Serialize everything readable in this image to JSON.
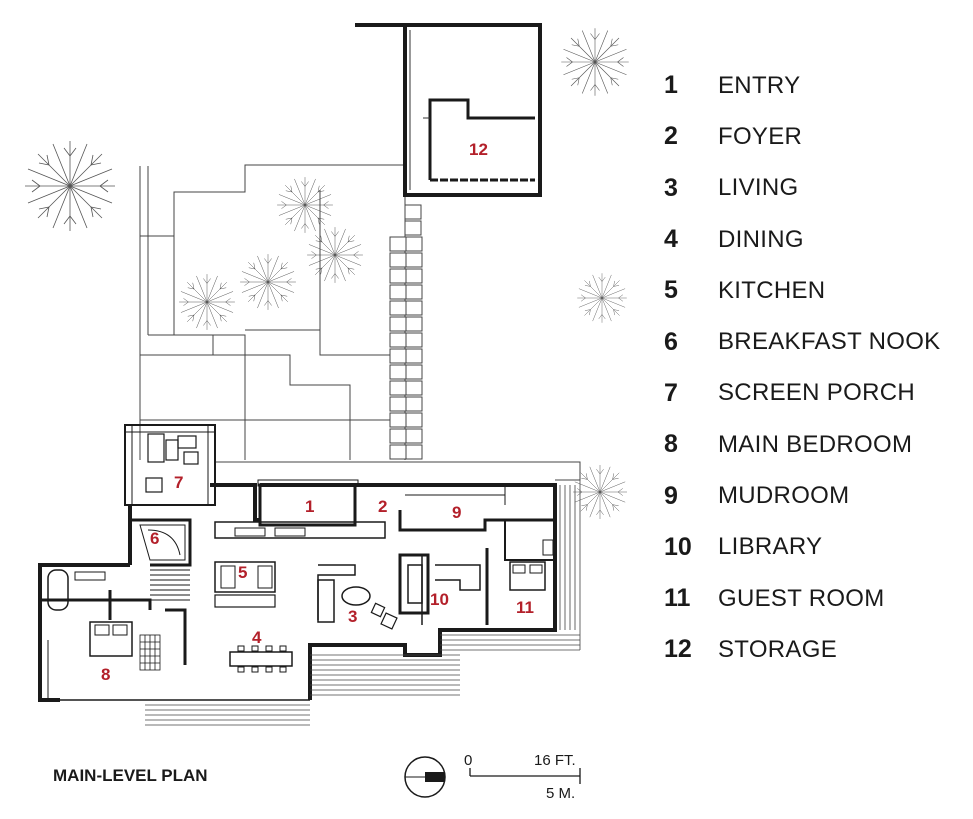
{
  "title": "MAIN-LEVEL PLAN",
  "legend": [
    {
      "num": "1",
      "label": "ENTRY"
    },
    {
      "num": "2",
      "label": "FOYER"
    },
    {
      "num": "3",
      "label": "LIVING"
    },
    {
      "num": "4",
      "label": "DINING"
    },
    {
      "num": "5",
      "label": "KITCHEN"
    },
    {
      "num": "6",
      "label": "BREAKFAST NOOK"
    },
    {
      "num": "7",
      "label": "SCREEN PORCH"
    },
    {
      "num": "8",
      "label": "MAIN BEDROOM"
    },
    {
      "num": "9",
      "label": "MUDROOM"
    },
    {
      "num": "10",
      "label": "LIBRARY"
    },
    {
      "num": "11",
      "label": "GUEST ROOM"
    },
    {
      "num": "12",
      "label": "STORAGE"
    }
  ],
  "scale": {
    "zero": "0",
    "feet": "16 FT.",
    "meters": "5 M."
  },
  "colors": {
    "room_number": "#b3202a",
    "walls": "#1a1a1a",
    "lines": "#333333"
  }
}
